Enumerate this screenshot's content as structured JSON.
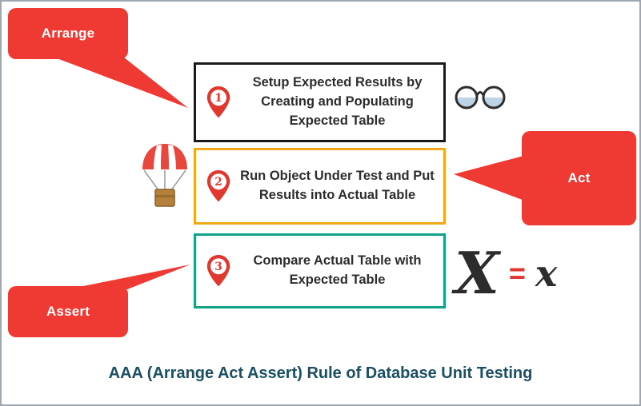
{
  "page": {
    "caption": "AAA (Arrange Act Assert) Rule of Database Unit Testing"
  },
  "callouts": {
    "arrange": {
      "label": "Arrange"
    },
    "act": {
      "label": "Act"
    },
    "assert": {
      "label": "Assert"
    }
  },
  "steps": [
    {
      "number": "1",
      "text": "Setup Expected Results by Creating and Populating Expected Table"
    },
    {
      "number": "2",
      "text": "Run Object Under Test and Put Results into Actual Table"
    },
    {
      "number": "3",
      "text": "Compare Actual Table with Expected Table"
    }
  ],
  "equation": {
    "left": "X",
    "equals": "=",
    "right": "x"
  },
  "icons": {
    "step1_side": "glasses-icon",
    "step2_side": "parachute-box-icon"
  },
  "colors": {
    "callout_red": "#ee3a33",
    "pin_red": "#e0372e",
    "step1_border": "#1a1a1a",
    "step2_border": "#f0a818",
    "step3_border": "#12a387",
    "caption": "#1a4f63",
    "frame_border": "#9fa8b0"
  }
}
